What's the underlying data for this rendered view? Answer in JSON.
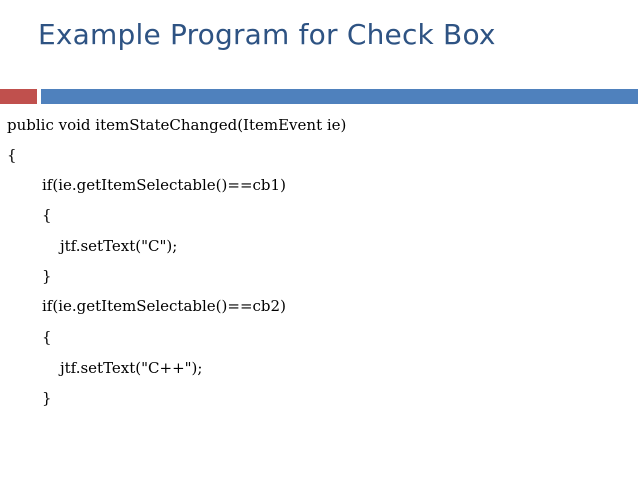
{
  "slide": {
    "title": "Example Program for Check Box",
    "accent_colors": {
      "red": "#c0504d",
      "blue": "#4f81bd",
      "title": "#2e5383"
    },
    "code_lines": [
      "public void itemStateChanged(ItemEvent ie)",
      "{",
      "if(ie.getItemSelectable()==cb1)",
      "{",
      "jtf.setText(\"C\");",
      "}",
      "if(ie.getItemSelectable()==cb2)",
      "{",
      "jtf.setText(\"C++\");",
      "}"
    ]
  }
}
